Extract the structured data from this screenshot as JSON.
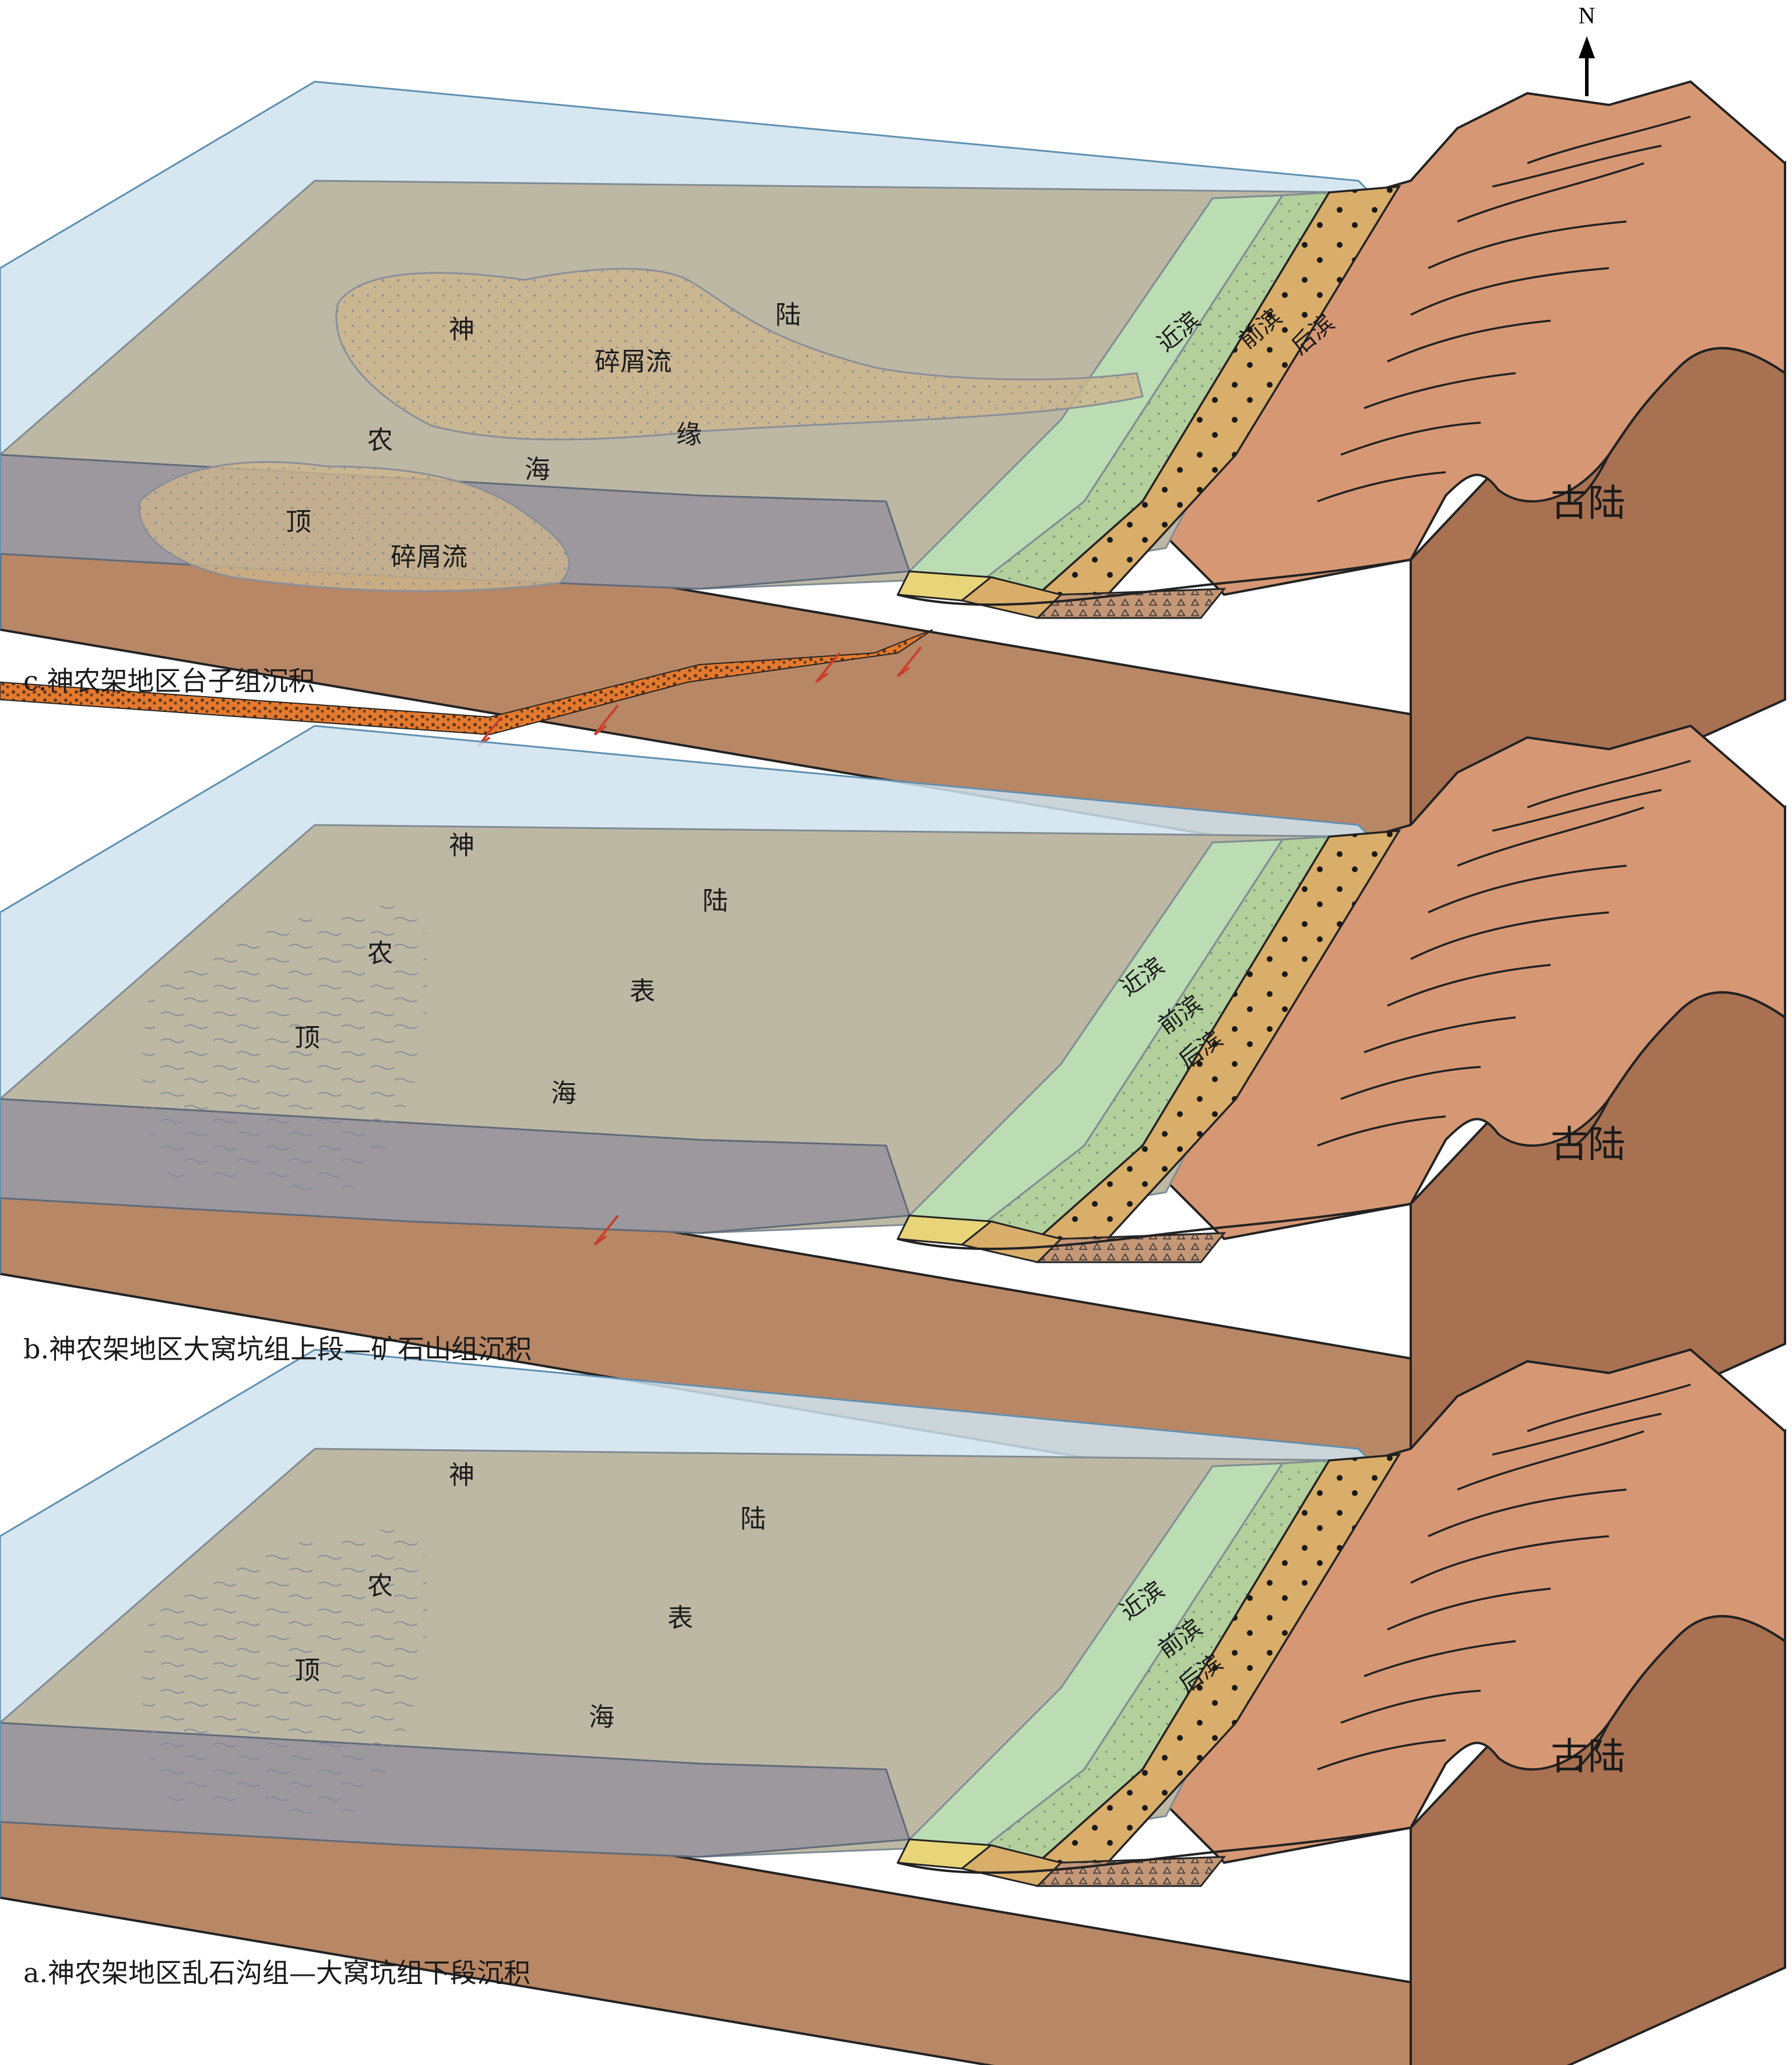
{
  "north_label": "N",
  "colors": {
    "water": "#cfe3ef",
    "water_edge": "#5f8fb0",
    "seafloor": "#bdb8a4",
    "seafloor_edge": "#7f8b93",
    "submerged_face": "#8f8a9a",
    "crust_top": "#c9906a",
    "crust_face": "#b88766",
    "crust_side": "#a87152",
    "upland": "#d69874",
    "beach_near": "#bcdcb3",
    "beach_front": "#b2cf9c",
    "beach_back": "#d9ad6a",
    "debris_flow": "#cdb58c",
    "conglomerate": "#e47a2f",
    "fault_arrow": "#c8402c"
  },
  "icons": [
    "north-arrow-icon"
  ],
  "panels": [
    {
      "id": "c",
      "caption": "c.神农架地区台子组沉积",
      "zones": {
        "near": "近滨",
        "front": "前滨",
        "back": "后滨"
      },
      "sea_chars": [
        "神",
        "农",
        "顶",
        "陆",
        "海",
        "缘"
      ],
      "debris_flow_1": "碎屑流",
      "debris_flow_2": "碎屑流",
      "land_label": "古陆"
    },
    {
      "id": "b",
      "caption": "b.神农架地区大窝坑组上段—矿石山组沉积",
      "zones": {
        "near": "近滨",
        "front": "前滨",
        "back": "后滨"
      },
      "sea_chars": [
        "神",
        "农",
        "顶",
        "陆",
        "表",
        "海"
      ],
      "land_label": "古陆"
    },
    {
      "id": "a",
      "caption": "a.神农架地区乱石沟组—大窝坑组下段沉积",
      "zones": {
        "near": "近滨",
        "front": "前滨",
        "back": "后滨"
      },
      "sea_chars": [
        "神",
        "农",
        "顶",
        "陆",
        "表",
        "海"
      ],
      "land_label": "古陆"
    }
  ]
}
